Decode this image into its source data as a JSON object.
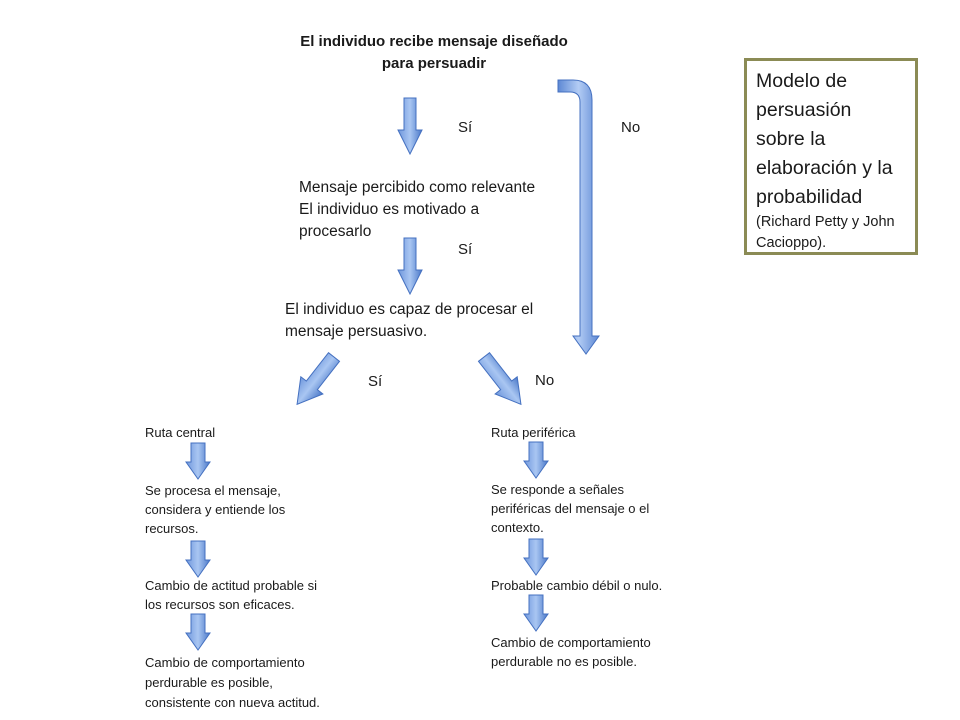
{
  "header": {
    "lines": [
      "El individuo recibe mensaje diseñado",
      "para persuadir"
    ]
  },
  "title_box": {
    "main_lines": [
      "Modelo de",
      "persuasión",
      "sobre la",
      "elaboración y la",
      "probabilidad"
    ],
    "sub_lines": [
      "(Richard Petty y John",
      "Cacioppo)."
    ]
  },
  "labels": {
    "yes_1": "Sí",
    "no_1": "No",
    "yes_2": "Sí",
    "yes_3": "Sí",
    "no_3": "No"
  },
  "step_relevant": {
    "lines": [
      "Mensaje percibido como relevante",
      "El individuo es motivado a",
      "procesarlo"
    ]
  },
  "step_capable": {
    "lines": [
      "El individuo es capaz de procesar el",
      "mensaje persuasivo."
    ]
  },
  "central": {
    "title": "Ruta central",
    "step1": [
      "Se procesa el mensaje,",
      "considera y entiende los",
      "recursos."
    ],
    "step2": [
      "Cambio de actitud probable si",
      "los recursos son eficaces."
    ],
    "step3": [
      "Cambio de comportamiento",
      "perdurable  es posible,",
      "consistente con nueva actitud."
    ]
  },
  "peripheral": {
    "title": "Ruta periférica",
    "step1": [
      "Se responde a señales",
      "periféricas del mensaje o el",
      "contexto."
    ],
    "step2": [
      "Probable cambio débil o nulo."
    ],
    "step3": [
      "Cambio de comportamiento",
      "perdurable no es posible."
    ]
  },
  "colors": {
    "arrow_fill_light": "#8fb4ee",
    "arrow_fill_dark": "#4a78c8",
    "title_border": "#8b8b55"
  }
}
